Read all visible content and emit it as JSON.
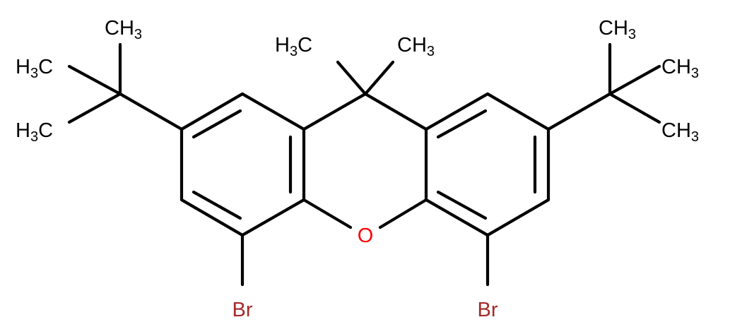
{
  "molecule": {
    "atom_labels": {
      "methyl_top_left": "CH3",
      "methyl_left_1": "H3C",
      "methyl_left_2": "H3C",
      "methyl_c9_left": "H3C",
      "methyl_c9_right": "CH3",
      "methyl_top_right": "CH3",
      "methyl_right_1": "CH3",
      "methyl_right_2": "CH3",
      "oxygen": "O",
      "bromine_left": "Br",
      "bromine_right": "Br"
    },
    "colors": {
      "bond": "#000000",
      "carbon_label": "#000000",
      "oxygen": "#ff0000",
      "bromine": "#a52a2a"
    }
  }
}
